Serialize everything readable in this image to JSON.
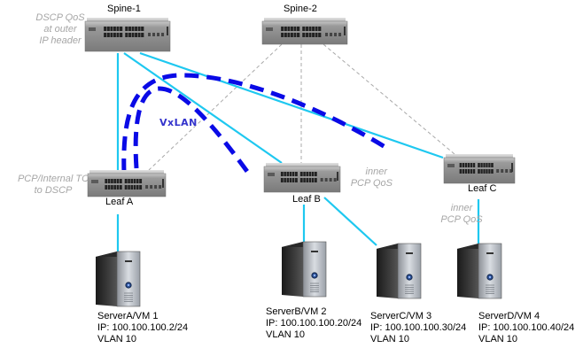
{
  "diagram": {
    "title": "VxLAN QoS spine-leaf topology",
    "colors": {
      "physical_link": "#1ec8f0",
      "spine2_link": "#a8a8a8",
      "vxlan_tunnel": "#0a0ae6",
      "note_text": "#a6a6a6",
      "vxlan_label": "#3333cc"
    },
    "switches": [
      {
        "id": "spine1",
        "label": "Spine-1",
        "icon": "network-switch-icon"
      },
      {
        "id": "spine2",
        "label": "Spine-2",
        "icon": "network-switch-icon"
      },
      {
        "id": "leafA",
        "label": "Leaf A",
        "icon": "network-switch-icon"
      },
      {
        "id": "leafB",
        "label": "Leaf B",
        "icon": "network-switch-icon"
      },
      {
        "id": "leafC",
        "label": "Leaf C",
        "icon": "network-switch-icon"
      }
    ],
    "servers": [
      {
        "id": "serverA",
        "name": "ServerA/VM 1",
        "ip": "IP: 100.100.100.2/24",
        "vlan": "VLAN 10",
        "icon": "tower-server-icon"
      },
      {
        "id": "serverB",
        "name": "ServerB/VM 2",
        "ip": "IP: 100.100.100.20/24",
        "vlan": "VLAN 10",
        "icon": "tower-server-icon"
      },
      {
        "id": "serverC",
        "name": "ServerC/VM 3",
        "ip": "IP: 100.100.100.30/24",
        "vlan": "VLAN 10",
        "icon": "tower-server-icon"
      },
      {
        "id": "serverD",
        "name": "ServerD/VM 4",
        "ip": "IP: 100.100.100.40/24",
        "vlan": "VLAN 10",
        "icon": "tower-server-icon"
      }
    ],
    "annotations": {
      "spine1_note": [
        "DSCP QoS",
        "at outer",
        "IP header"
      ],
      "leafA_note": [
        "PCP/Internal TC",
        "to  DSCP"
      ],
      "leafB_note": [
        "inner",
        "PCP QoS"
      ],
      "leafC_note": [
        "inner",
        "PCP QoS"
      ],
      "tunnel_label": "VxLAN"
    },
    "links": [
      {
        "from": "spine1",
        "to": "leafA",
        "style": "solid"
      },
      {
        "from": "spine1",
        "to": "leafB",
        "style": "solid"
      },
      {
        "from": "spine1",
        "to": "leafC",
        "style": "solid"
      },
      {
        "from": "spine2",
        "to": "leafA",
        "style": "dashed"
      },
      {
        "from": "spine2",
        "to": "leafB",
        "style": "dashed"
      },
      {
        "from": "spine2",
        "to": "leafC",
        "style": "dashed"
      },
      {
        "from": "leafA",
        "to": "serverA",
        "style": "solid"
      },
      {
        "from": "leafB",
        "to": "serverB",
        "style": "solid"
      },
      {
        "from": "leafB",
        "to": "serverC",
        "style": "solid"
      },
      {
        "from": "leafC",
        "to": "serverD",
        "style": "solid"
      }
    ],
    "tunnels": [
      {
        "from": "leafA",
        "to": "leafB",
        "label": "VxLAN"
      },
      {
        "from": "leafA",
        "to": "leafC",
        "label": "VxLAN"
      }
    ]
  }
}
